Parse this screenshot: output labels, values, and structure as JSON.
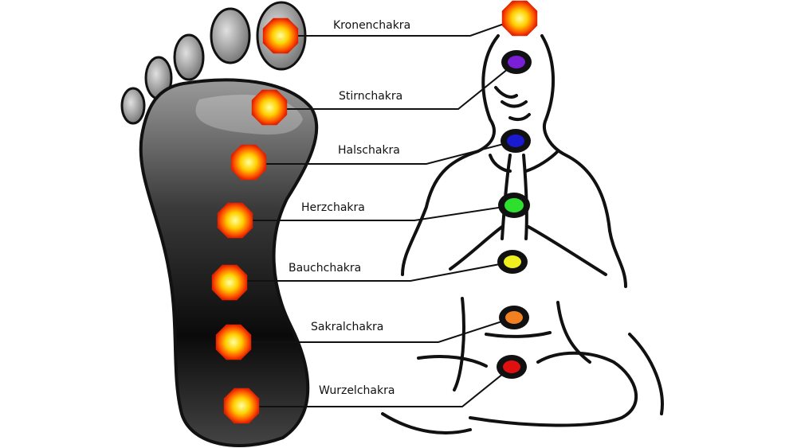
{
  "chakras": [
    {
      "label": "Kronenchakra",
      "color": "#ff7a10"
    },
    {
      "label": "Stirnchakra",
      "color": "#7a1fd6"
    },
    {
      "label": "Halschakra",
      "color": "#1a1ad0"
    },
    {
      "label": "Herzchakra",
      "color": "#2ee02e"
    },
    {
      "label": "Bauchchakra",
      "color": "#f0f020"
    },
    {
      "label": "Sakralchakra",
      "color": "#f08020"
    },
    {
      "label": "Wurzelchakra",
      "color": "#e01010"
    }
  ]
}
